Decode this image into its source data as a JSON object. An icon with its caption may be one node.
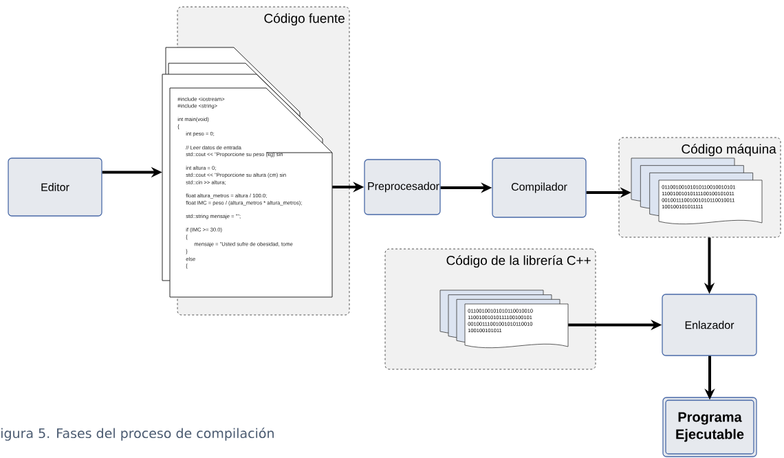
{
  "diagram": {
    "caption": "igura 5. Fases del proceso de compilación",
    "nodes": [
      {
        "text": [
          "Editor"
        ]
      },
      {
        "text": [
          "Código fuente"
        ]
      },
      {
        "text": [
          "#include <iostream>",
          "#include <string>",
          "int main(void)",
          "{",
          "int peso = 0;",
          "// Leer datos de entrada",
          "std::cout << \"Proporcione su peso (kg) sin",
          "int altura = 0;",
          "std::cout << \"Proporcione su altura (cm) sin",
          "std::cin >> altura;",
          "float altura_metros = altura / 100.0;",
          "float IMC = peso / (altura_metros * altura_metros);",
          "std::string mensaje = \"\";",
          "if (IMC >= 30.0)",
          "{",
          "mensaje = \"Usted sufre de obesidad, tome",
          "}",
          "else",
          "{"
        ],
        "in": 1
      },
      {
        "text": [
          "Preprocesador"
        ]
      },
      {
        "text": [
          "Compilador"
        ]
      },
      {
        "text": [
          "Código máquina"
        ]
      },
      {
        "text": [
          "01100100101010110010010101",
          "11001001010111100100101011",
          "00100111001001010110010011",
          "100100101011111"
        ],
        "in": 5
      },
      {
        "text": [
          "Código de la librería C++"
        ]
      },
      {
        "text": [
          "01100100101010110010010",
          "11001001010111100100101",
          "00100111001001010110010",
          "100100101011"
        ],
        "in": 7
      },
      {
        "text": [
          "Enlazador"
        ]
      },
      {
        "text": [
          "Programa Ejecutable"
        ]
      }
    ],
    "edges": [
      {
        "from": 0,
        "to": 2,
        "arrow": "to"
      },
      {
        "from": 2,
        "to": 3,
        "arrow": "to"
      },
      {
        "from": 3,
        "to": 4,
        "arrow": "to"
      },
      {
        "from": 4,
        "to": 6,
        "arrow": "to"
      },
      {
        "from": 5,
        "to": 9,
        "arrow": "to"
      },
      {
        "from": 8,
        "to": 9,
        "arrow": "to"
      },
      {
        "from": 9,
        "to": 10,
        "arrow": "to"
      }
    ]
  }
}
